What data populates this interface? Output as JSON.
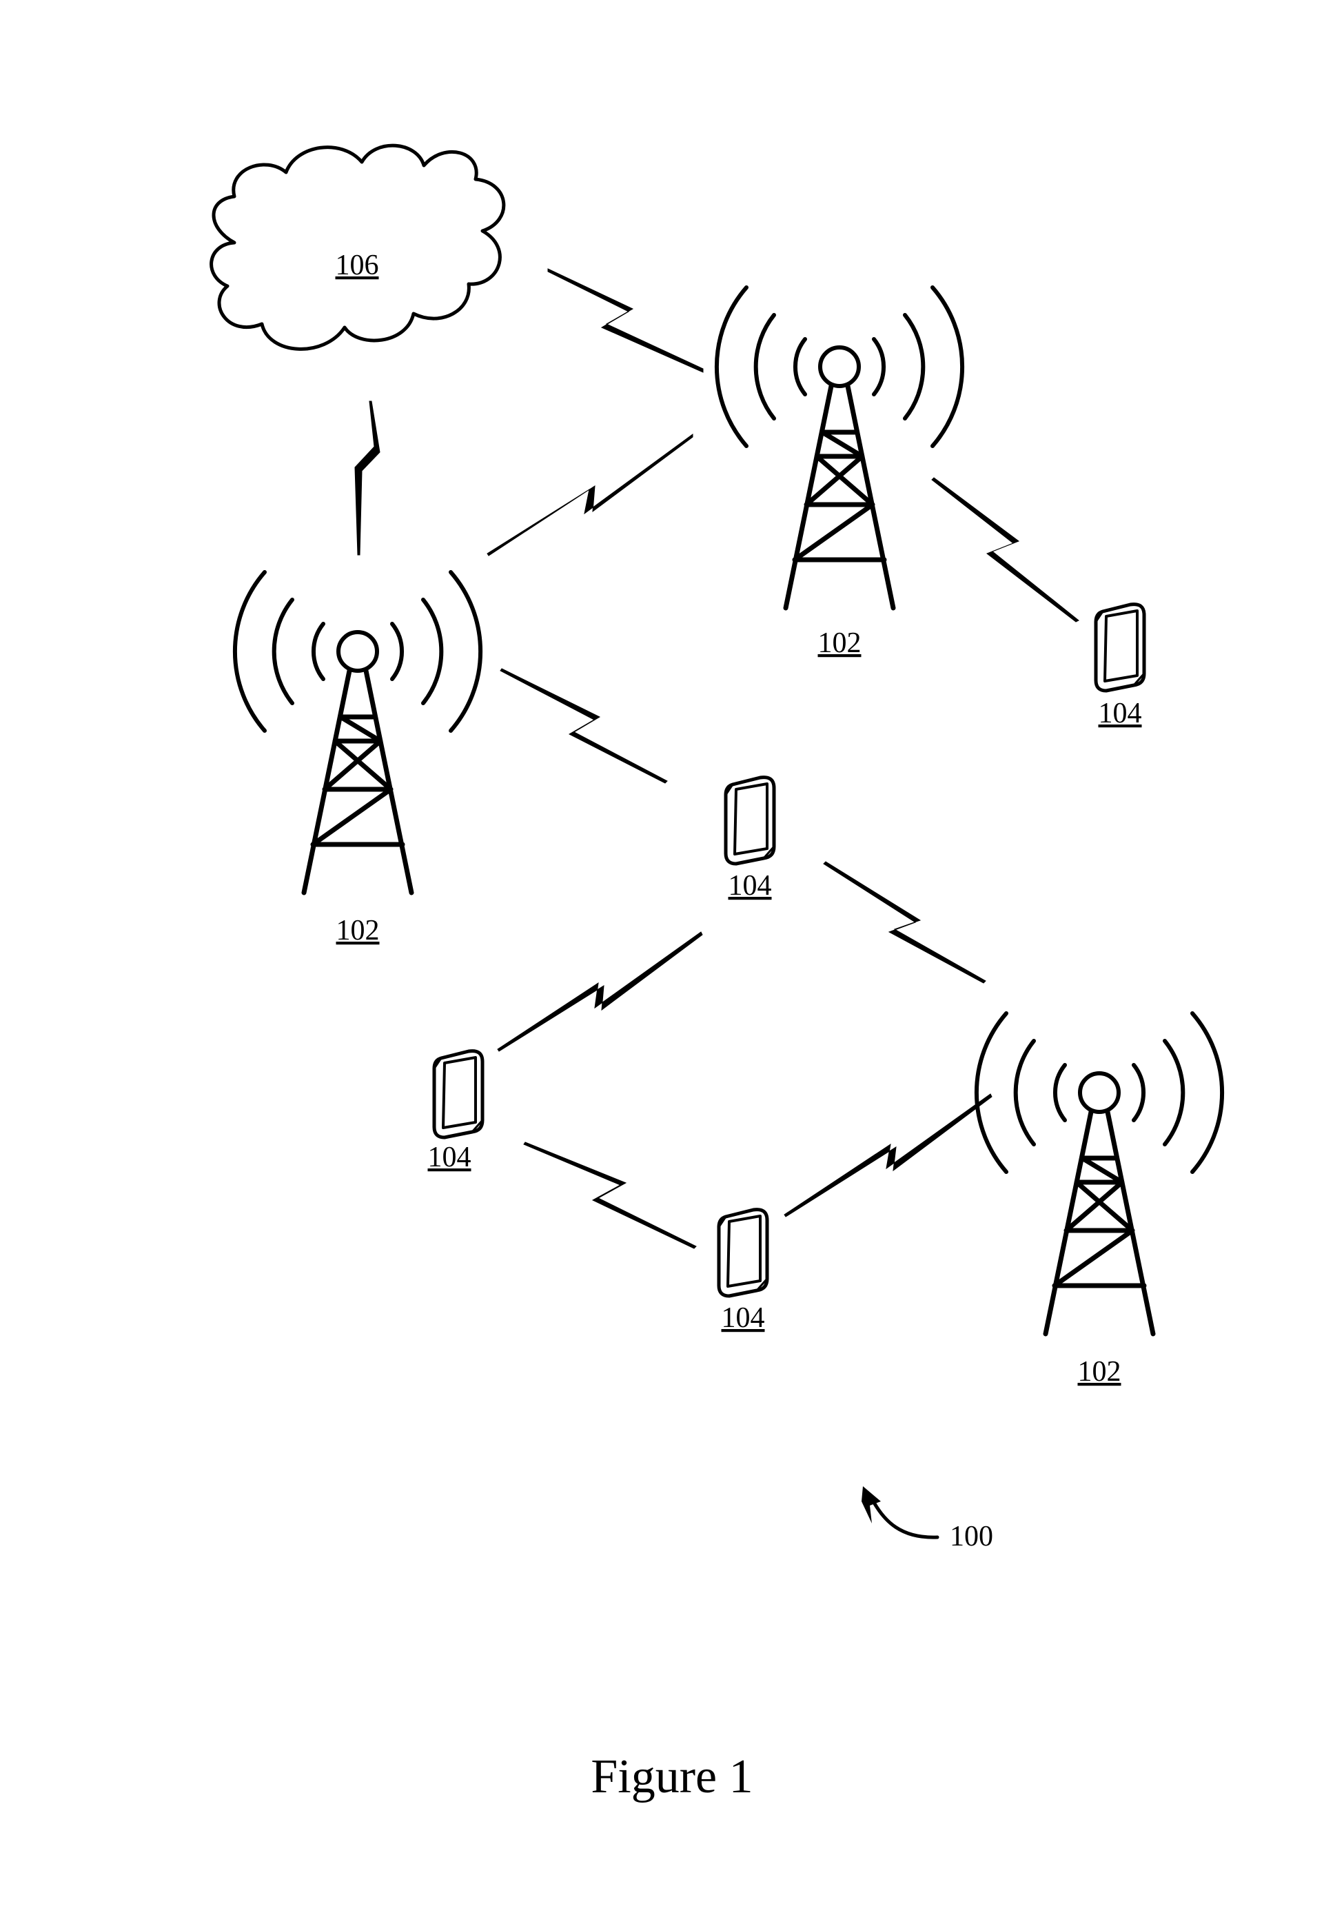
{
  "figure": {
    "caption": "Figure 1",
    "system_ref": "100"
  },
  "cloud": {
    "label": "106",
    "icon": "cloud-icon"
  },
  "base_stations": [
    {
      "label": "102",
      "icon": "tower-icon"
    },
    {
      "label": "102",
      "icon": "tower-icon"
    },
    {
      "label": "102",
      "icon": "tower-icon"
    }
  ],
  "devices": [
    {
      "label": "104",
      "icon": "phone-icon"
    },
    {
      "label": "104",
      "icon": "phone-icon"
    },
    {
      "label": "104",
      "icon": "phone-icon"
    },
    {
      "label": "104",
      "icon": "phone-icon"
    }
  ],
  "links": [
    {
      "from": "cloud",
      "to": "base_stations.0"
    },
    {
      "from": "cloud",
      "to": "base_stations.1"
    },
    {
      "from": "base_stations.0",
      "to": "base_stations.1"
    },
    {
      "from": "base_stations.0",
      "to": "devices.0"
    },
    {
      "from": "base_stations.1",
      "to": "devices.1"
    },
    {
      "from": "devices.1",
      "to": "base_stations.2"
    },
    {
      "from": "devices.1",
      "to": "devices.2"
    },
    {
      "from": "devices.2",
      "to": "devices.3"
    },
    {
      "from": "devices.3",
      "to": "base_stations.2"
    }
  ]
}
